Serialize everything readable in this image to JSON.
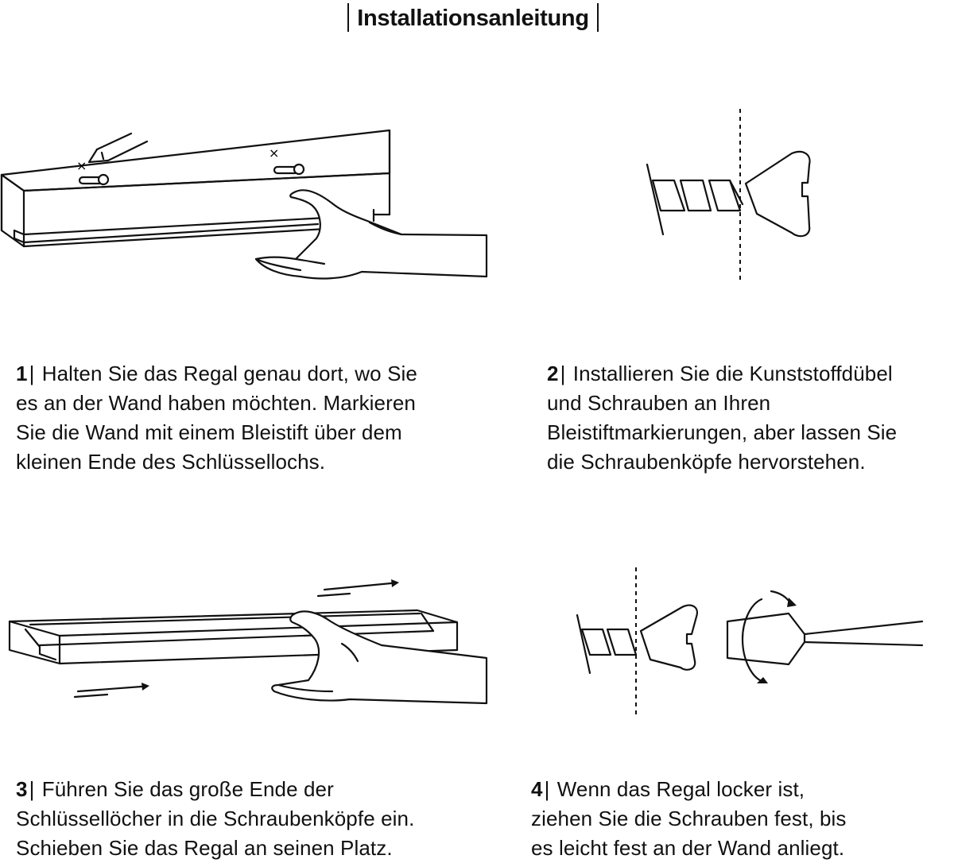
{
  "title": "Installationsanleitung",
  "steps": [
    {
      "number": "1",
      "lines": [
        "Halten Sie das Regal genau dort, wo Sie",
        "es an der Wand haben möchten. Markieren",
        "Sie die Wand mit einem Bleistift über dem",
        "kleinen Ende des Schlüssellochs."
      ]
    },
    {
      "number": "2",
      "lines": [
        "Installieren Sie die Kunststoffdübel",
        "und Schrauben an Ihren",
        "Bleistiftmarkierungen, aber lassen Sie",
        "die Schraubenköpfe hervorstehen."
      ]
    },
    {
      "number": "3",
      "lines": [
        "Führen Sie das große Ende der",
        "Schlüssellöcher in die Schraubenköpfe ein.",
        "Schieben Sie das Regal an seinen Platz."
      ]
    },
    {
      "number": "4",
      "lines": [
        "Wenn das Regal locker ist,",
        "ziehen Sie die Schrauben fest, bis",
        "es leicht fest an der Wand anliegt."
      ]
    }
  ],
  "marks": {
    "x1": "×",
    "x2": "×"
  },
  "icons": [
    "pencil-icon",
    "hand-icon",
    "screw-anchor-icon",
    "arrow-right-icon",
    "screwdriver-icon",
    "rotate-icon"
  ]
}
